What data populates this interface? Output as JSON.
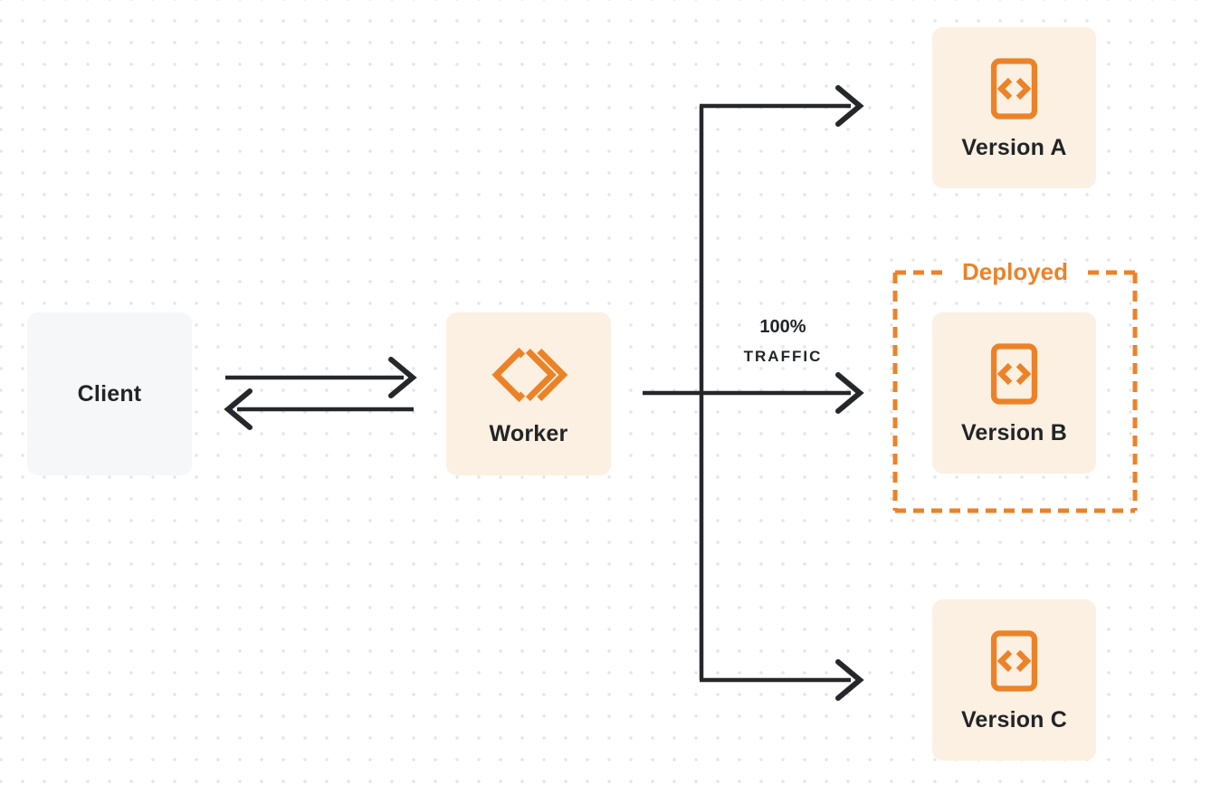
{
  "colors": {
    "accent_orange": "#EC8228",
    "node_bg_cream": "#FBF0E1",
    "client_bg_gray": "#F6F7F8",
    "line_dark": "#26272B",
    "text_dark": "#222427",
    "dot_grid_gray": "#E4E5E7"
  },
  "icons": {
    "cloudflare-workers-logo-icon": "orange open diamond with double chevrons",
    "code-file-icon": "orange rounded rectangle outline containing angle brackets <>"
  },
  "nodes": {
    "client": {
      "label": "Client"
    },
    "worker": {
      "label": "Worker"
    },
    "version_a": {
      "label": "Version A"
    },
    "version_b": {
      "label": "Version B"
    },
    "version_c": {
      "label": "Version C"
    }
  },
  "annotations": {
    "deployed_label": "Deployed",
    "traffic_line1": "100%",
    "traffic_line2": "TRAFFIC"
  }
}
